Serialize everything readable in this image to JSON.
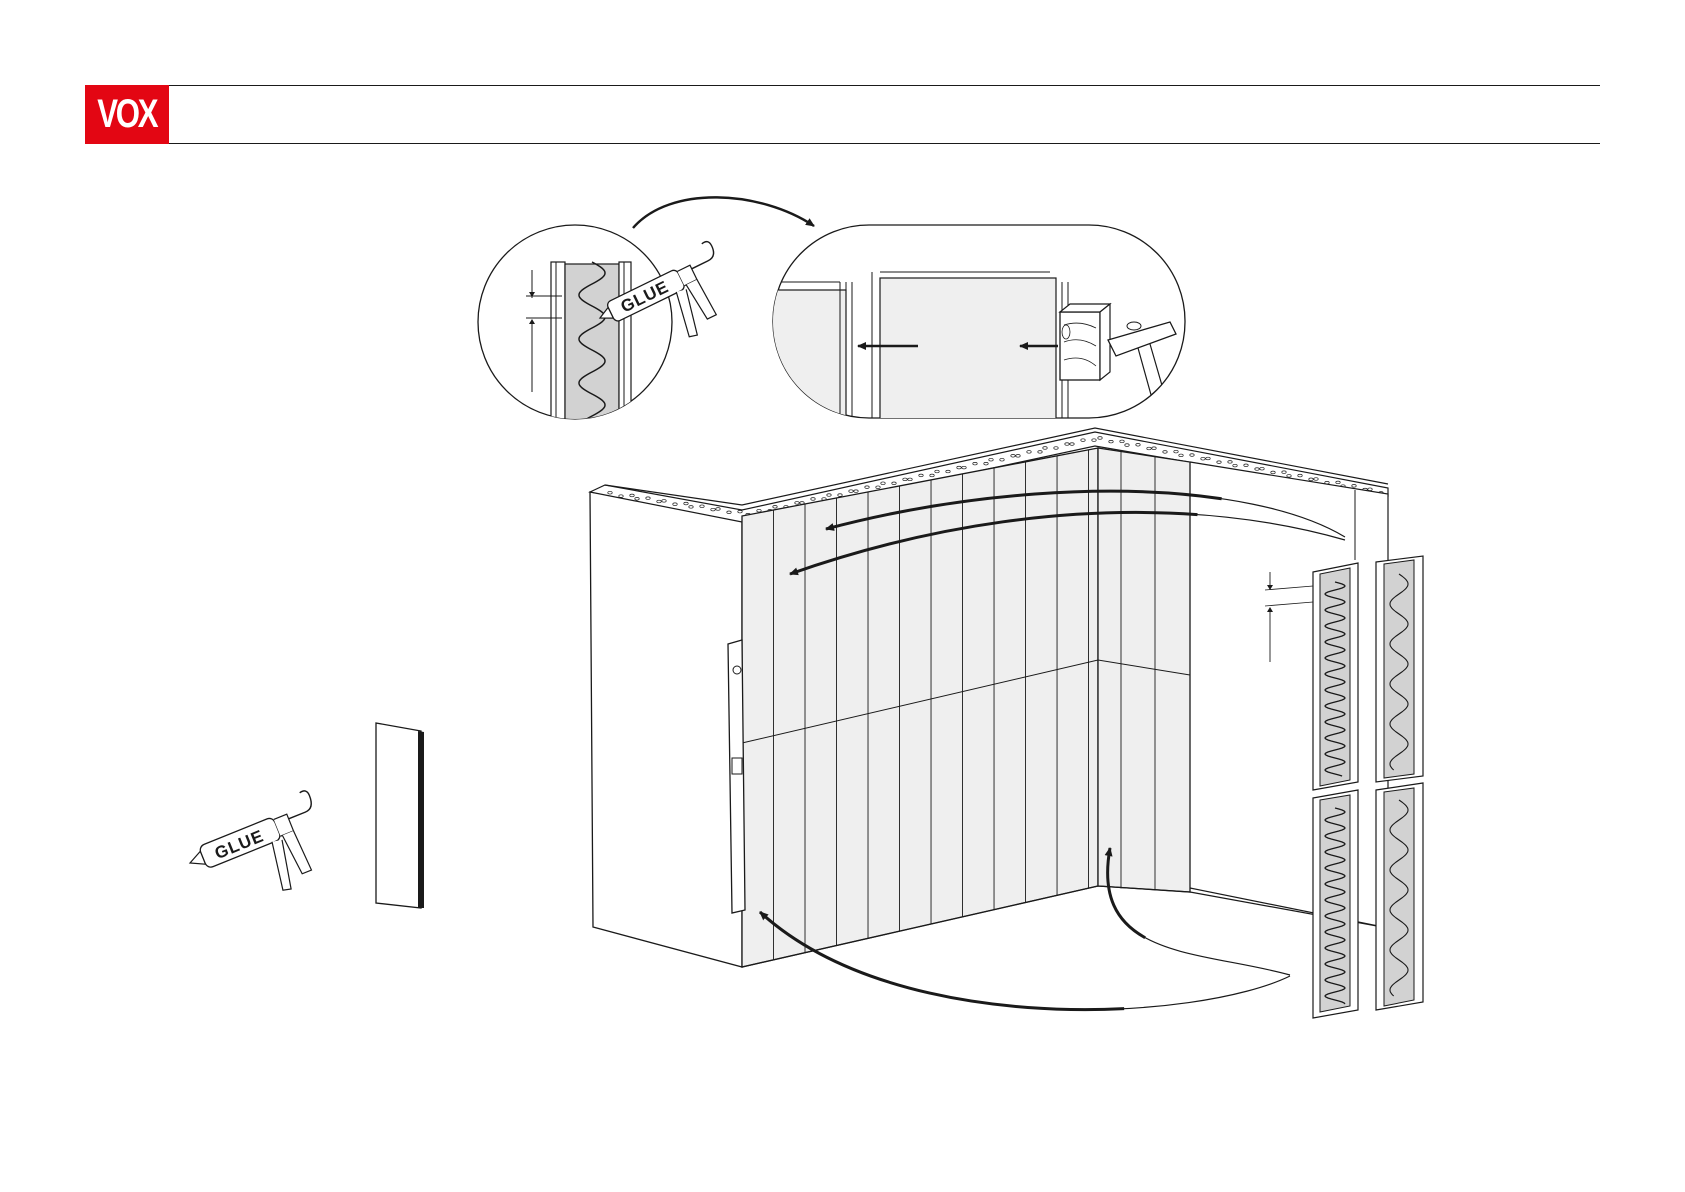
{
  "brand": {
    "logo_text": "VOX",
    "color": "#e30613"
  },
  "labels": {
    "glue_gun_detail": "GLUE",
    "glue_gun_tool": "GLUE"
  },
  "colors": {
    "line": "#1a1a1a",
    "panel_fill": "#efefef",
    "adhesive_strip": "#d2d2d2",
    "background": "#ffffff"
  },
  "icons": [
    "glue-gun-icon",
    "hammer-icon",
    "wooden-block-icon",
    "spirit-level-icon",
    "panel-sample-icon"
  ]
}
